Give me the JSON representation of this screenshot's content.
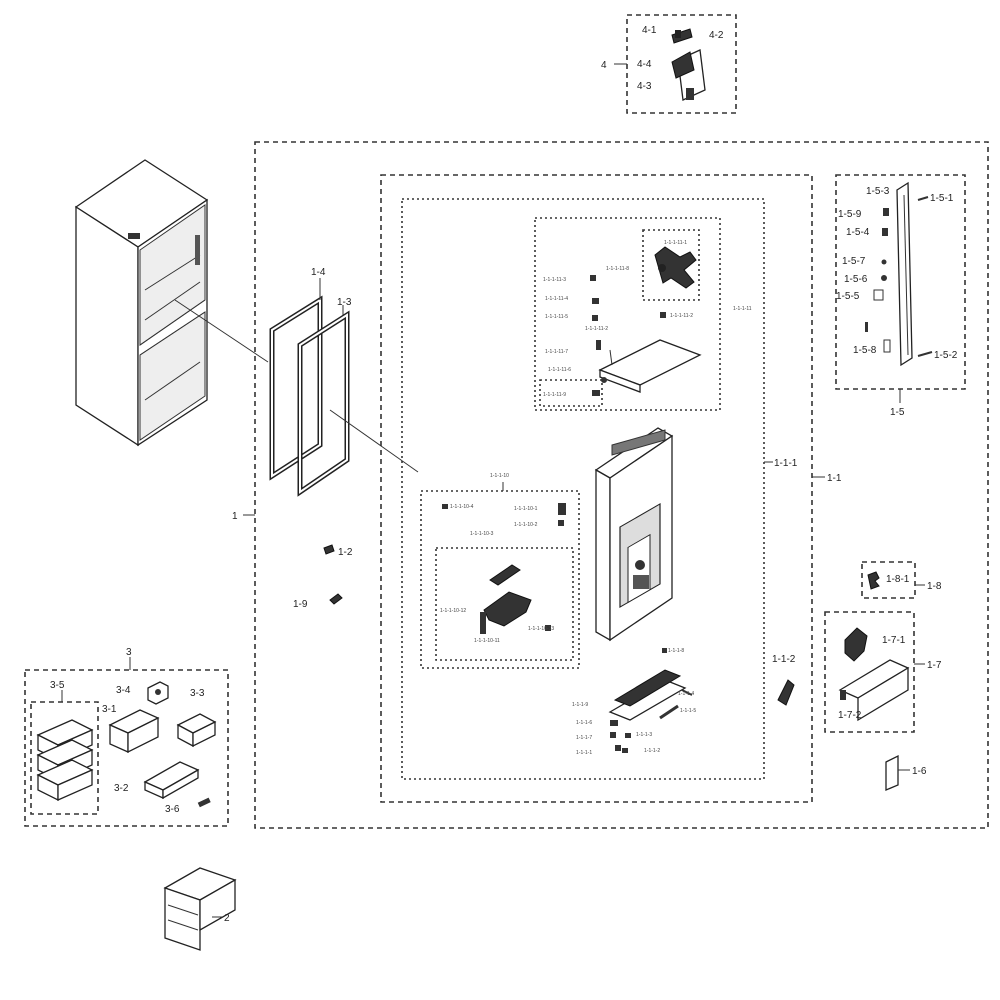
{
  "labels": {
    "l1": "1",
    "l1_1": "1-1",
    "l1_1_1": "1-1-1",
    "l1_1_2": "1-1-2",
    "l1_2": "1-2",
    "l1_3": "1-3",
    "l1_4": "1-4",
    "l1_5": "1-5",
    "l1_5_1": "1-5-1",
    "l1_5_2": "1-5-2",
    "l1_5_3": "1-5-3",
    "l1_5_4": "1-5-4",
    "l1_5_5": "1-5-5",
    "l1_5_6": "1-5-6",
    "l1_5_7": "1-5-7",
    "l1_5_8": "1-5-8",
    "l1_5_9": "1-5-9",
    "l1_6": "1-6",
    "l1_7": "1-7",
    "l1_7_1": "1-7-1",
    "l1_7_2": "1-7-2",
    "l1_8": "1-8",
    "l1_8_1": "1-8-1",
    "l1_9": "1-9",
    "l2": "2",
    "l3": "3",
    "l3_1": "3-1",
    "l3_2": "3-2",
    "l3_3": "3-3",
    "l3_4": "3-4",
    "l3_5": "3-5",
    "l3_6": "3-6",
    "l4": "4",
    "l4_1": "4-1",
    "l4_2": "4-2",
    "l4_3": "4-3",
    "l4_4": "4-4"
  },
  "small_labels": {
    "s_a": "1-1-1-11-1",
    "s_b": "1-1-1-11-8",
    "s_c": "1-1-1-11-3",
    "s_d": "1-1-1-11-4",
    "s_e": "1-1-1-11-5",
    "s_f": "1-1-1-11",
    "s_g": "1-1-1-11-2",
    "s_h": "1-1-1-11-2",
    "s_i": "1-1-1-11-7",
    "s_j": "1-1-1-11-6",
    "s_k": "1-1-1-11-9",
    "s_l": "1-1-1-10",
    "s_m": "1-1-1-10-4",
    "s_n": "1-1-1-10-1",
    "s_o": "1-1-1-10-2",
    "s_p": "1-1-1-10-3",
    "s_q": "1-1-1-10-12",
    "s_r": "1-1-1-10-13",
    "s_s": "1-1-1-10-11",
    "s_t": "1-1-1-8",
    "s_u": "1-1-1-9",
    "s_v": "1-1-1-4",
    "s_w": "1-1-1-5",
    "s_x": "1-1-1-6",
    "s_y": "1-1-1-3",
    "s_z": "1-1-1-7",
    "s_aa": "1-1-1-2",
    "s_bb": "1-1-1-1"
  }
}
